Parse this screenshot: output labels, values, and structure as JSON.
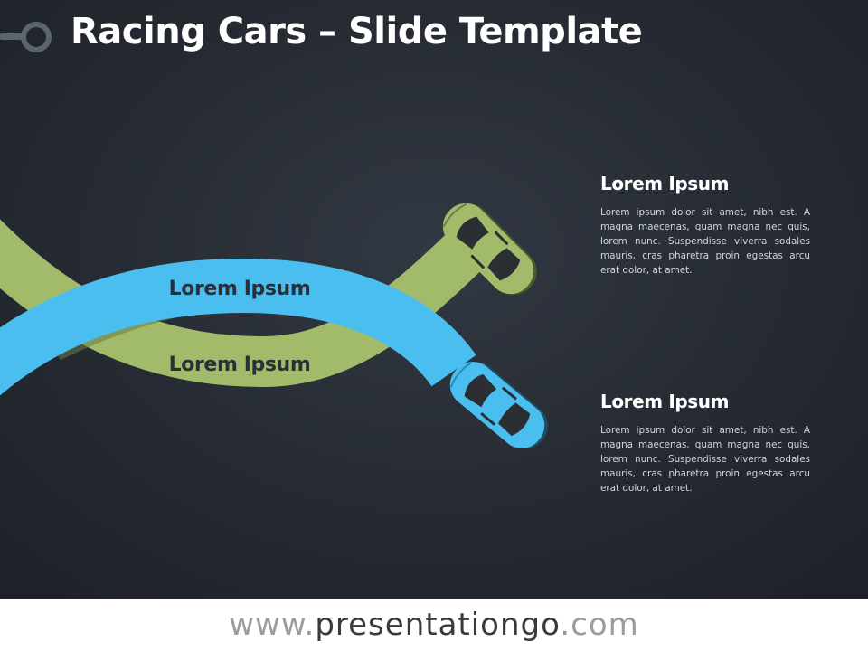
{
  "slide": {
    "title": "Racing Cars – Slide Template"
  },
  "tracks": [
    {
      "label": "Lorem Ipsum",
      "color": "#a2bb6a"
    },
    {
      "label": "Lorem Ipsum",
      "color": "#4bbef0"
    }
  ],
  "blocks": [
    {
      "heading": "Lorem Ipsum",
      "body": "Lorem ipsum dolor sit amet, nibh est. A magna maecenas, quam magna nec quis, lorem nunc. Suspendisse viverra sodales mauris, cras pharetra proin egestas arcu erat dolor, at amet."
    },
    {
      "heading": "Lorem Ipsum",
      "body": "Lorem ipsum dolor sit amet, nibh est. A magna maecenas, quam magna nec quis, lorem nunc. Suspendisse viverra sodales mauris, cras pharetra proin egestas arcu erat dolor, at amet."
    }
  ],
  "footer": {
    "prefix": "www.",
    "main": "presentationgo",
    "suffix": ".com"
  },
  "colors": {
    "background": "#262b33",
    "green": "#a2bb6a",
    "blue": "#4bbef0",
    "label_text": "#2b3038"
  },
  "icons": {
    "title": "key-ring-icon",
    "cars": "car-top-view-icon"
  }
}
